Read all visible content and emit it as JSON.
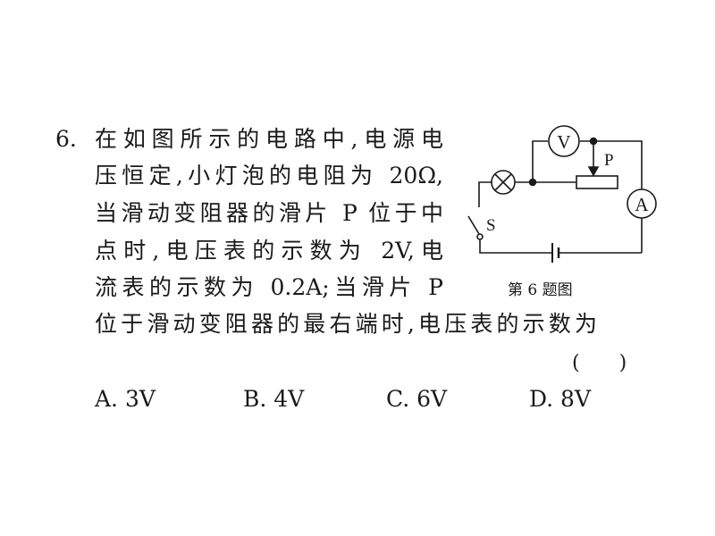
{
  "question": {
    "number": "6.",
    "lines": [
      "在如图所示的电路中,电源电",
      "压恒定,小灯泡的电阻为 20Ω,",
      "当滑动变阻器的滑片 P 位于中",
      "点时,电压表的示数为 2V,电",
      "流表的示数为 0.2A;当滑片 P",
      "位于滑动变阻器的最右端时,电压表的示数为"
    ],
    "answer_blank": "(　　)",
    "options": [
      "A. 3V",
      "B. 4V",
      "C. 6V",
      "D. 8V"
    ]
  },
  "figure": {
    "caption": "第 6 题图",
    "voltmeter": "V",
    "ammeter": "A",
    "slider": "P",
    "switch": "S"
  }
}
